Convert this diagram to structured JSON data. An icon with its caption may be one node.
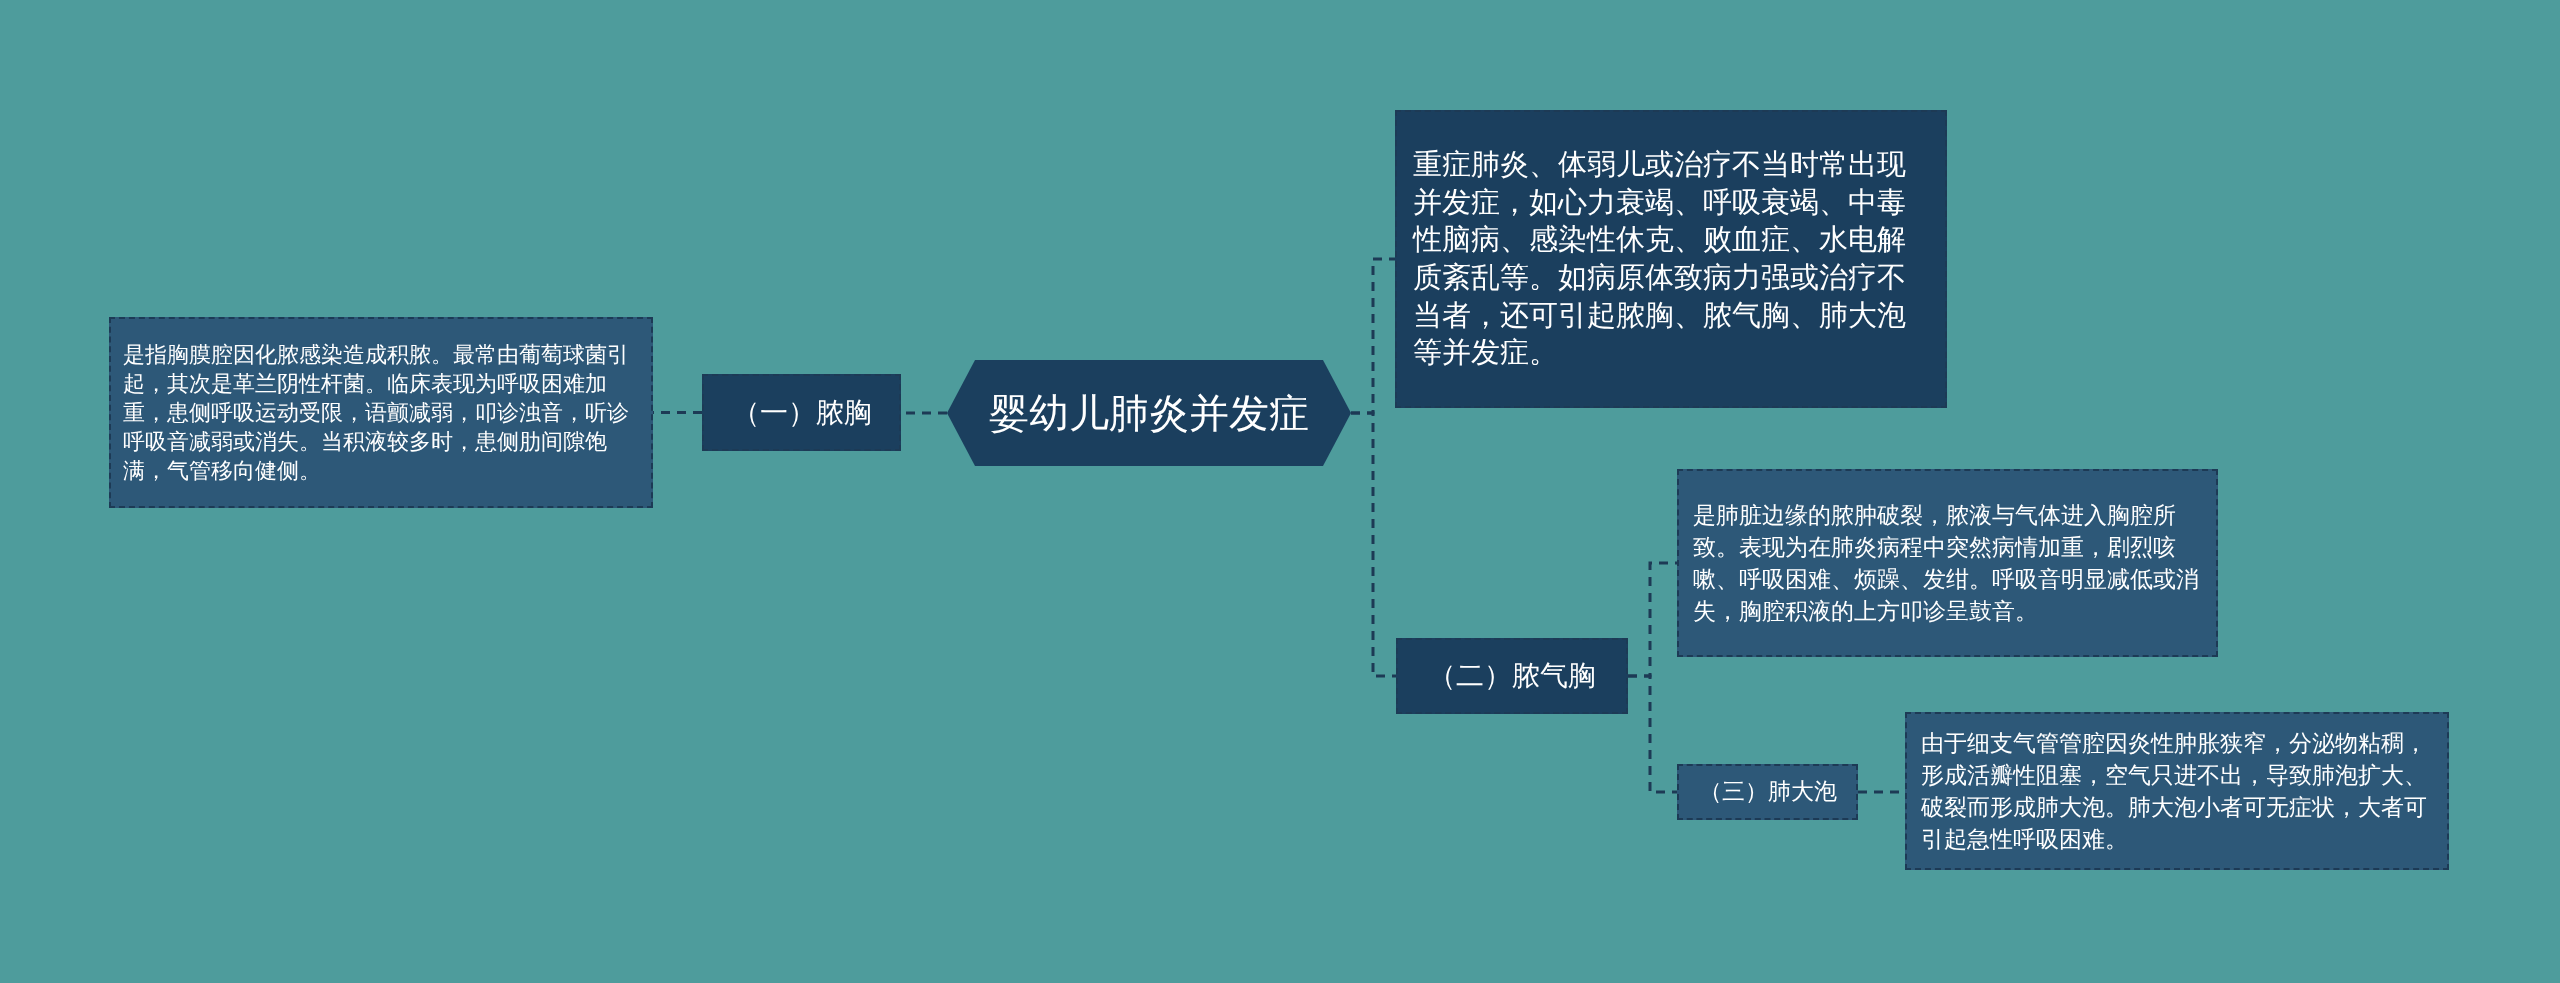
{
  "diagram": {
    "nodes": [
      {
        "text": [
          "婴幼儿肺炎并发症"
        ]
      },
      {
        "text": [
          "重症肺炎、体弱儿或治疗不当时常出现并发症，如心力衰竭、呼吸衰竭、中毒性脑病、感染性休克、败血症、水电解质紊乱等。如病原体致病力强或治疗不当者，还可引起脓胸、脓气胸、肺大泡等并发症。"
        ]
      },
      {
        "text": [
          "（二）脓气胸"
        ]
      },
      {
        "text": [
          "是肺脏边缘的脓肿破裂，脓液与气体进入胸腔所致。表现为在肺炎病程中突然病情加重，剧烈咳嗽、呼吸困难、烦躁、发绀。呼吸音明显减低或消失，胸腔积液的上方叩诊呈鼓音。"
        ]
      },
      {
        "text": [
          "（三）肺大泡"
        ]
      },
      {
        "text": [
          "由于细支气管管腔因炎性肿胀狭窄，分泌物粘稠，形成活瓣性阻塞，空气只进不出，导致肺泡扩大、破裂而形成肺大泡。肺大泡小者可无症状，大者可引起急性呼吸困难。"
        ]
      },
      {
        "text": [
          "（一）脓胸"
        ]
      },
      {
        "text": [
          "是指胸膜腔因化脓感染造成积脓。最常由葡萄球菌引起，其次是革兰阴性杆菌。临床表现为呼吸困难加重，患侧呼吸运动受限，语颤减弱，叩诊浊音，听诊呼吸音减弱或消失。当积液较多时，患侧肋间隙饱满，气管移向健侧。"
        ]
      }
    ],
    "edges": [
      {
        "from": 0,
        "to": 1,
        "arrow": "none"
      },
      {
        "from": 0,
        "to": 2,
        "arrow": "none"
      },
      {
        "from": 2,
        "to": 3,
        "arrow": "none"
      },
      {
        "from": 2,
        "to": 4,
        "arrow": "none"
      },
      {
        "from": 4,
        "to": 5,
        "arrow": "none"
      },
      {
        "from": 0,
        "to": 6,
        "arrow": "none"
      },
      {
        "from": 6,
        "to": 7,
        "arrow": "none"
      }
    ]
  }
}
